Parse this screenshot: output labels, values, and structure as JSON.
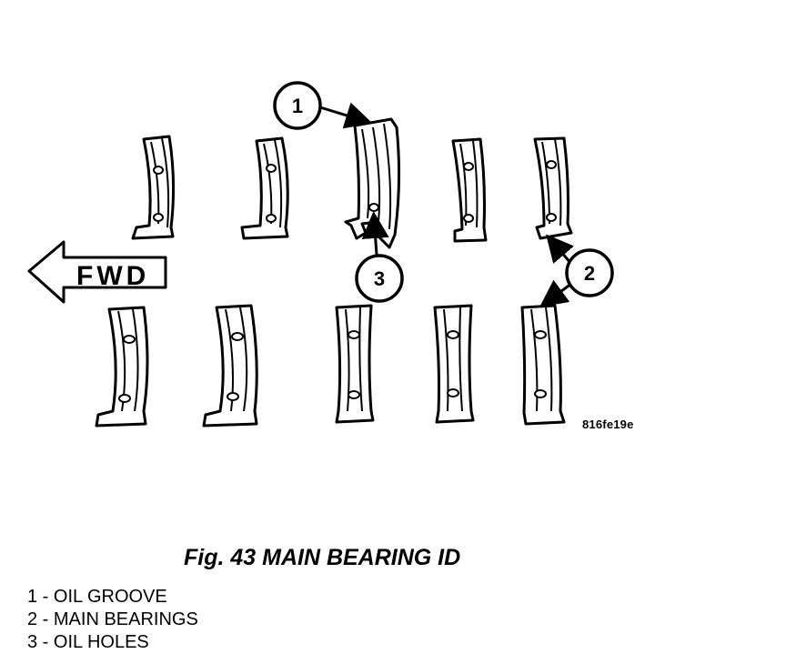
{
  "diagram": {
    "fwd_label": "FWD",
    "callouts": [
      "1",
      "2",
      "3"
    ],
    "reference_id": "816fe19e"
  },
  "figure": {
    "title": "Fig. 43 MAIN BEARING ID"
  },
  "legend": [
    "1 - OIL GROOVE",
    "2 - MAIN BEARINGS",
    "3 - OIL HOLES"
  ]
}
